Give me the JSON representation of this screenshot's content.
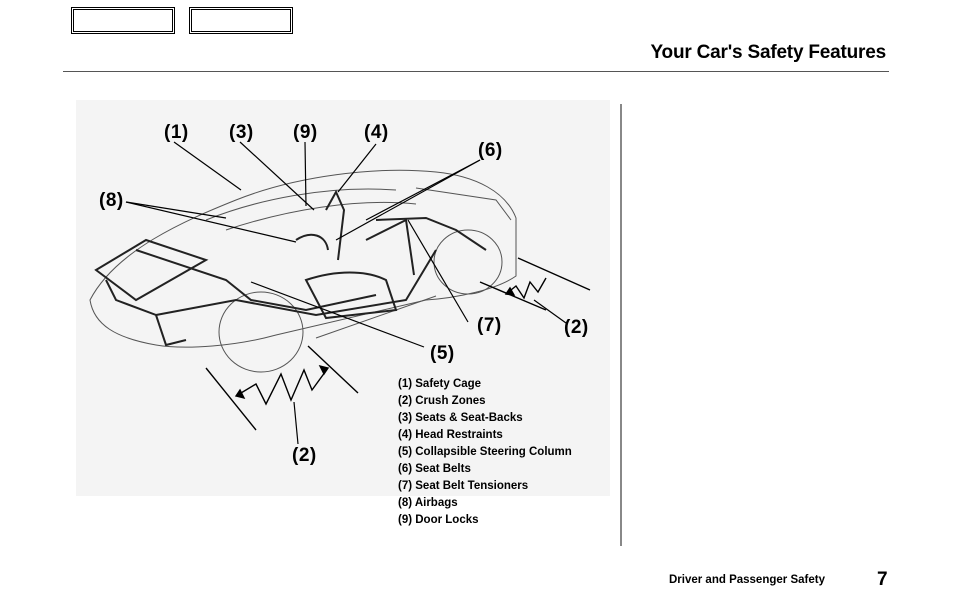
{
  "header": {
    "title": "Your Car's Safety Features"
  },
  "figure": {
    "callouts": {
      "c1": "(1)",
      "c3": "(3)",
      "c9": "(9)",
      "c4": "(4)",
      "c6": "(6)",
      "c8": "(8)",
      "c7": "(7)",
      "c2a": "(2)",
      "c5": "(5)",
      "c2b": "(2)"
    },
    "legend": [
      "(1) Safety Cage",
      "(2) Crush Zones",
      "(3) Seats & Seat-Backs",
      "(4) Head Restraints",
      "(5) Collapsible Steering Column",
      "(6) Seat Belts",
      "(7) Seat Belt Tensioners",
      "(8) Airbags",
      "(9) Door Locks"
    ]
  },
  "footer": {
    "section": "Driver and Passenger Safety",
    "page_number": "7"
  }
}
